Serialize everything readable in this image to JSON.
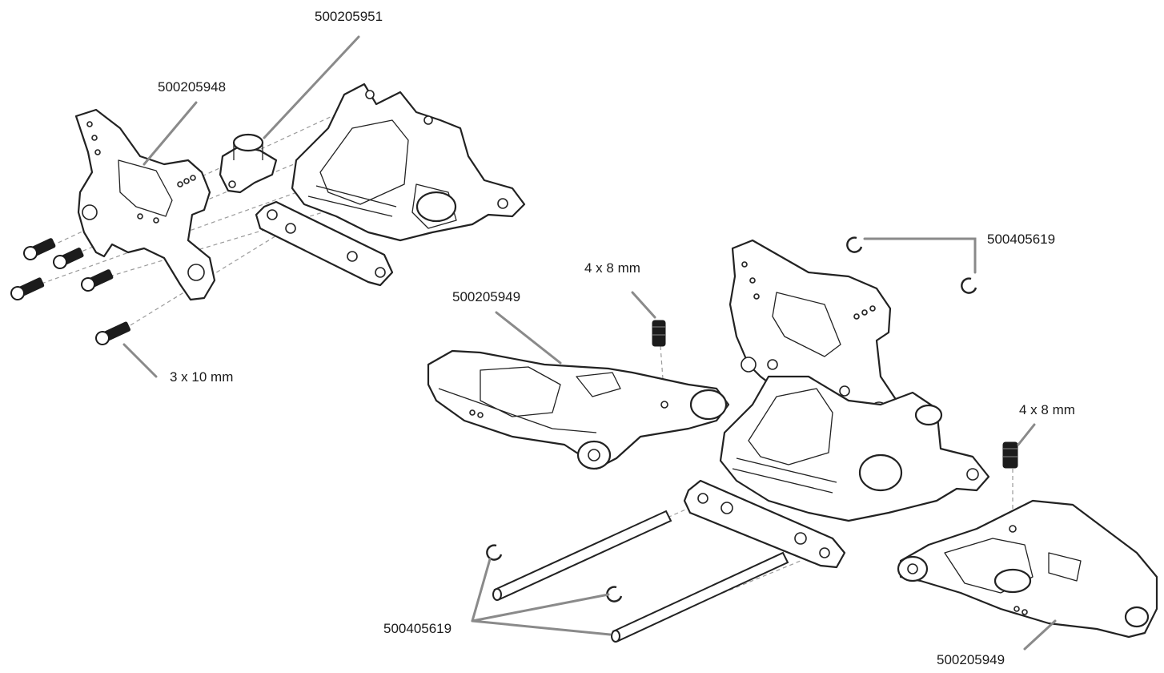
{
  "labels": {
    "part_upper_mount": "500205951",
    "part_shock_tower_top": "500205948",
    "screw_3x10": "3 x 10 mm",
    "setscrew_top": "4 x 8 mm",
    "arm_left": "500205949",
    "clip_upper_right": "500405619",
    "setscrew_right": "4 x 8 mm",
    "clip_lower_left": "500405619",
    "arm_right": "500205949"
  }
}
